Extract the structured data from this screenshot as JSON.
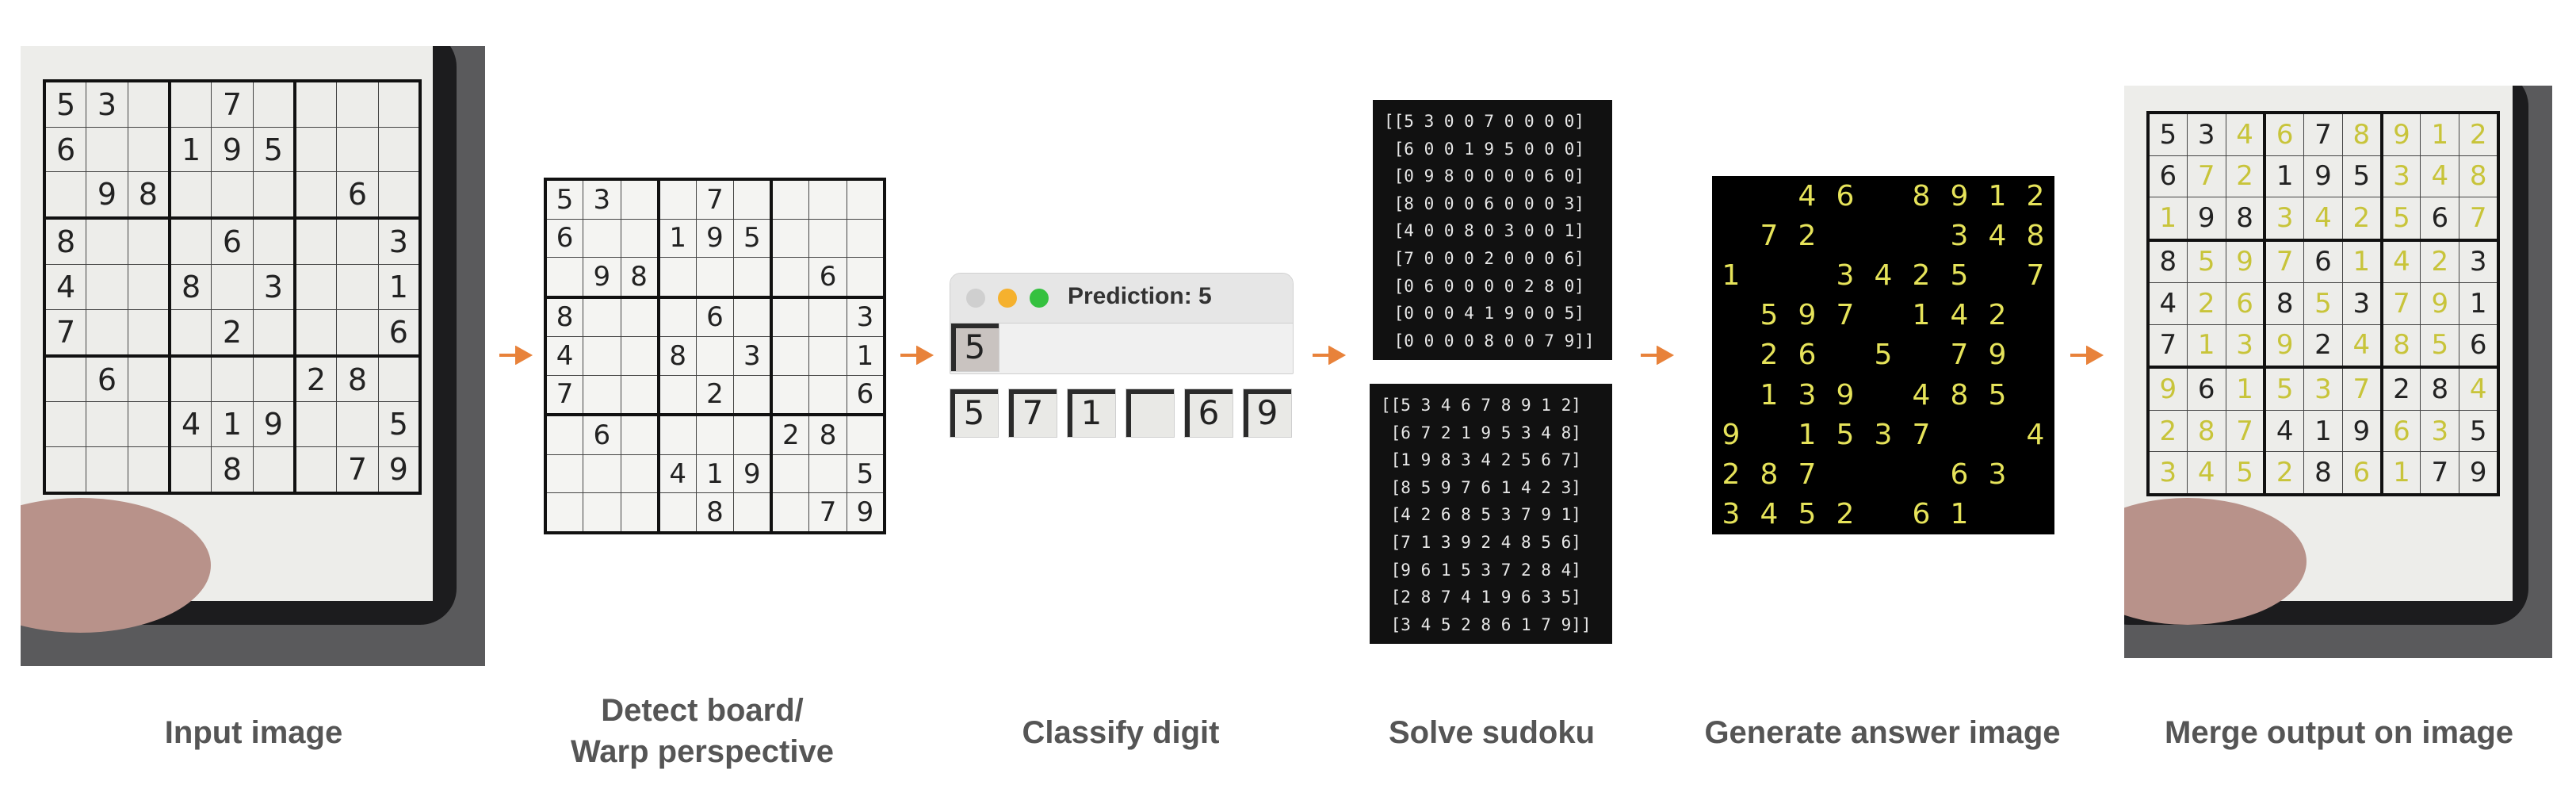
{
  "colors": {
    "arrow": "#e8823a",
    "answer_digit": "#e6e35a",
    "label": "#555555"
  },
  "stages": [
    {
      "label": "Input image"
    },
    {
      "label_line1": "Detect board/",
      "label_line2": "Warp perspective"
    },
    {
      "label": "Classify digit"
    },
    {
      "label": "Solve sudoku"
    },
    {
      "label": "Generate answer image"
    },
    {
      "label": "Merge output on image"
    }
  ],
  "puzzle": [
    [
      5,
      3,
      0,
      0,
      7,
      0,
      0,
      0,
      0
    ],
    [
      6,
      0,
      0,
      1,
      9,
      5,
      0,
      0,
      0
    ],
    [
      0,
      9,
      8,
      0,
      0,
      0,
      0,
      6,
      0
    ],
    [
      8,
      0,
      0,
      0,
      6,
      0,
      0,
      0,
      3
    ],
    [
      4,
      0,
      0,
      8,
      0,
      3,
      0,
      0,
      1
    ],
    [
      7,
      0,
      0,
      0,
      2,
      0,
      0,
      0,
      6
    ],
    [
      0,
      6,
      0,
      0,
      0,
      0,
      2,
      8,
      0
    ],
    [
      0,
      0,
      0,
      4,
      1,
      9,
      0,
      0,
      5
    ],
    [
      0,
      0,
      0,
      0,
      8,
      0,
      0,
      7,
      9
    ]
  ],
  "solution": [
    [
      5,
      3,
      4,
      6,
      7,
      8,
      9,
      1,
      2
    ],
    [
      6,
      7,
      2,
      1,
      9,
      5,
      3,
      4,
      8
    ],
    [
      1,
      9,
      8,
      3,
      4,
      2,
      5,
      6,
      7
    ],
    [
      8,
      5,
      9,
      7,
      6,
      1,
      4,
      2,
      3
    ],
    [
      4,
      2,
      6,
      8,
      5,
      3,
      7,
      9,
      1
    ],
    [
      7,
      1,
      3,
      9,
      2,
      4,
      8,
      5,
      6
    ],
    [
      9,
      6,
      1,
      5,
      3,
      7,
      2,
      8,
      4
    ],
    [
      2,
      8,
      7,
      4,
      1,
      9,
      6,
      3,
      5
    ],
    [
      3,
      4,
      5,
      2,
      8,
      6,
      1,
      7,
      9
    ]
  ],
  "classifier": {
    "window_title": "Prediction: 5",
    "current_crop": "5",
    "crops": [
      "5",
      "7",
      "1",
      "",
      "6",
      "9"
    ]
  },
  "matrix_input_lines": [
    "[[5 3 0 0 7 0 0 0 0]",
    " [6 0 0 1 9 5 0 0 0]",
    " [0 9 8 0 0 0 0 6 0]",
    " [8 0 0 0 6 0 0 0 3]",
    " [4 0 0 8 0 3 0 0 1]",
    " [7 0 0 0 2 0 0 0 6]",
    " [0 6 0 0 0 0 2 8 0]",
    " [0 0 0 4 1 9 0 0 5]",
    " [0 0 0 0 8 0 0 7 9]]"
  ],
  "matrix_output_lines": [
    "[[5 3 4 6 7 8 9 1 2]",
    " [6 7 2 1 9 5 3 4 8]",
    " [1 9 8 3 4 2 5 6 7]",
    " [8 5 9 7 6 1 4 2 3]",
    " [4 2 6 8 5 3 7 9 1]",
    " [7 1 3 9 2 4 8 5 6]",
    " [9 6 1 5 3 7 2 8 4]",
    " [2 8 7 4 1 9 6 3 5]",
    " [3 4 5 2 8 6 1 7 9]]"
  ]
}
